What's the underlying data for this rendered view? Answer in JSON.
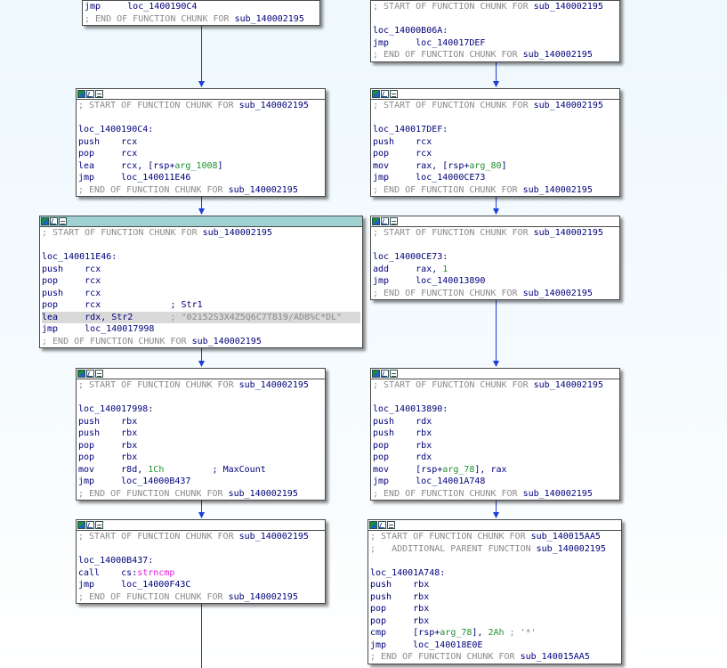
{
  "view": "IDA Pro graph view",
  "colors": {
    "background": "#eef8fd",
    "edge": "#1a3fd8",
    "selected_header": "#9fd0d2",
    "comment": "#8a8a8a",
    "code": "#00007b",
    "stack_var": "#1e8f2e",
    "import": "#e020e0"
  },
  "header_icons": [
    "color-icon",
    "graph-icon",
    "names-icon"
  ],
  "blocks": [
    {
      "id": "b1",
      "lines": [
        {
          "parts": [
            {
              "t": "jmp     loc_1400190C4",
              "c": "mn"
            }
          ]
        },
        {
          "parts": [
            {
              "t": "; END OF FUNCTION CHUNK FOR ",
              "c": "cmt"
            },
            {
              "t": "sub_140002195",
              "c": "fn"
            }
          ]
        }
      ]
    },
    {
      "id": "b2",
      "lines": [
        {
          "parts": [
            {
              "t": "; START OF FUNCTION CHUNK FOR ",
              "c": "cmt"
            },
            {
              "t": "sub_140002195",
              "c": "fn"
            }
          ]
        },
        {
          "parts": [
            {
              "t": "",
              "c": "mn"
            }
          ]
        },
        {
          "parts": [
            {
              "t": "loc_14000B06A:",
              "c": "lbl"
            }
          ]
        },
        {
          "parts": [
            {
              "t": "jmp     loc_140017DEF",
              "c": "mn"
            }
          ]
        },
        {
          "parts": [
            {
              "t": "; END OF FUNCTION CHUNK FOR ",
              "c": "cmt"
            },
            {
              "t": "sub_140002195",
              "c": "fn"
            }
          ]
        }
      ]
    },
    {
      "id": "b3",
      "lines": [
        {
          "parts": [
            {
              "t": "; START OF FUNCTION CHUNK FOR ",
              "c": "cmt"
            },
            {
              "t": "sub_140002195",
              "c": "fn"
            }
          ]
        },
        {
          "parts": [
            {
              "t": "",
              "c": "mn"
            }
          ]
        },
        {
          "parts": [
            {
              "t": "loc_1400190C4:",
              "c": "lbl"
            }
          ]
        },
        {
          "parts": [
            {
              "t": "push    rcx",
              "c": "mn"
            }
          ]
        },
        {
          "parts": [
            {
              "t": "pop     rcx",
              "c": "mn"
            }
          ]
        },
        {
          "parts": [
            {
              "t": "lea     rcx, [rsp+",
              "c": "mn"
            },
            {
              "t": "arg_1008",
              "c": "var"
            },
            {
              "t": "]",
              "c": "mn"
            }
          ]
        },
        {
          "parts": [
            {
              "t": "jmp     loc_140011E46",
              "c": "mn"
            }
          ]
        },
        {
          "parts": [
            {
              "t": "; END OF FUNCTION CHUNK FOR ",
              "c": "cmt"
            },
            {
              "t": "sub_140002195",
              "c": "fn"
            }
          ]
        }
      ]
    },
    {
      "id": "b4",
      "lines": [
        {
          "parts": [
            {
              "t": "; START OF FUNCTION CHUNK FOR ",
              "c": "cmt"
            },
            {
              "t": "sub_140002195",
              "c": "fn"
            }
          ]
        },
        {
          "parts": [
            {
              "t": "",
              "c": "mn"
            }
          ]
        },
        {
          "parts": [
            {
              "t": "loc_140017DEF:",
              "c": "lbl"
            }
          ]
        },
        {
          "parts": [
            {
              "t": "push    rcx",
              "c": "mn"
            }
          ]
        },
        {
          "parts": [
            {
              "t": "pop     rcx",
              "c": "mn"
            }
          ]
        },
        {
          "parts": [
            {
              "t": "mov     rax, [rsp+",
              "c": "mn"
            },
            {
              "t": "arg_80",
              "c": "var"
            },
            {
              "t": "]",
              "c": "mn"
            }
          ]
        },
        {
          "parts": [
            {
              "t": "jmp     loc_14000CE73",
              "c": "mn"
            }
          ]
        },
        {
          "parts": [
            {
              "t": "; END OF FUNCTION CHUNK FOR ",
              "c": "cmt"
            },
            {
              "t": "sub_140002195",
              "c": "fn"
            }
          ]
        }
      ]
    },
    {
      "id": "b5",
      "selected": true,
      "lines": [
        {
          "parts": [
            {
              "t": "; START OF FUNCTION CHUNK FOR ",
              "c": "cmt"
            },
            {
              "t": "sub_140002195",
              "c": "fn"
            }
          ]
        },
        {
          "parts": [
            {
              "t": "",
              "c": "mn"
            }
          ]
        },
        {
          "parts": [
            {
              "t": "loc_140011E46:",
              "c": "lbl"
            }
          ]
        },
        {
          "parts": [
            {
              "t": "push    rcx",
              "c": "mn"
            }
          ]
        },
        {
          "parts": [
            {
              "t": "pop     rcx",
              "c": "mn"
            }
          ]
        },
        {
          "parts": [
            {
              "t": "push    rcx",
              "c": "mn"
            }
          ]
        },
        {
          "parts": [
            {
              "t": "pop     rcx             ",
              "c": "mn"
            },
            {
              "t": "; Str1",
              "c": "fn"
            }
          ]
        },
        {
          "highlight": true,
          "parts": [
            {
              "t": "lea     rdx, Str2       ",
              "c": "mn"
            },
            {
              "t": "; \"02152S3X4Z5Q6C7T819/AD8%C*DL\"",
              "c": "cmt"
            }
          ]
        },
        {
          "parts": [
            {
              "t": "jmp     loc_140017998",
              "c": "mn"
            }
          ]
        },
        {
          "parts": [
            {
              "t": "; END OF FUNCTION CHUNK FOR ",
              "c": "cmt"
            },
            {
              "t": "sub_140002195",
              "c": "fn"
            }
          ]
        }
      ]
    },
    {
      "id": "b6",
      "lines": [
        {
          "parts": [
            {
              "t": "; START OF FUNCTION CHUNK FOR ",
              "c": "cmt"
            },
            {
              "t": "sub_140002195",
              "c": "fn"
            }
          ]
        },
        {
          "parts": [
            {
              "t": "",
              "c": "mn"
            }
          ]
        },
        {
          "parts": [
            {
              "t": "loc_14000CE73:",
              "c": "lbl"
            }
          ]
        },
        {
          "parts": [
            {
              "t": "add     rax, ",
              "c": "mn"
            },
            {
              "t": "1",
              "c": "var"
            }
          ]
        },
        {
          "parts": [
            {
              "t": "jmp     loc_140013890",
              "c": "mn"
            }
          ]
        },
        {
          "parts": [
            {
              "t": "; END OF FUNCTION CHUNK FOR ",
              "c": "cmt"
            },
            {
              "t": "sub_140002195",
              "c": "fn"
            }
          ]
        }
      ]
    },
    {
      "id": "b7",
      "lines": [
        {
          "parts": [
            {
              "t": "; START OF FUNCTION CHUNK FOR ",
              "c": "cmt"
            },
            {
              "t": "sub_140002195",
              "c": "fn"
            }
          ]
        },
        {
          "parts": [
            {
              "t": "",
              "c": "mn"
            }
          ]
        },
        {
          "parts": [
            {
              "t": "loc_140017998:",
              "c": "lbl"
            }
          ]
        },
        {
          "parts": [
            {
              "t": "push    rbx",
              "c": "mn"
            }
          ]
        },
        {
          "parts": [
            {
              "t": "push    rbx",
              "c": "mn"
            }
          ]
        },
        {
          "parts": [
            {
              "t": "pop     rbx",
              "c": "mn"
            }
          ]
        },
        {
          "parts": [
            {
              "t": "pop     rbx",
              "c": "mn"
            }
          ]
        },
        {
          "parts": [
            {
              "t": "mov     r8d, ",
              "c": "mn"
            },
            {
              "t": "1Ch",
              "c": "var"
            },
            {
              "t": "         ",
              "c": "mn"
            },
            {
              "t": "; MaxCount",
              "c": "fn"
            }
          ]
        },
        {
          "parts": [
            {
              "t": "jmp     loc_14000B437",
              "c": "mn"
            }
          ]
        },
        {
          "parts": [
            {
              "t": "; END OF FUNCTION CHUNK FOR ",
              "c": "cmt"
            },
            {
              "t": "sub_140002195",
              "c": "fn"
            }
          ]
        }
      ]
    },
    {
      "id": "b8",
      "lines": [
        {
          "parts": [
            {
              "t": "; START OF FUNCTION CHUNK FOR ",
              "c": "cmt"
            },
            {
              "t": "sub_140002195",
              "c": "fn"
            }
          ]
        },
        {
          "parts": [
            {
              "t": "",
              "c": "mn"
            }
          ]
        },
        {
          "parts": [
            {
              "t": "loc_140013890:",
              "c": "lbl"
            }
          ]
        },
        {
          "parts": [
            {
              "t": "push    rdx",
              "c": "mn"
            }
          ]
        },
        {
          "parts": [
            {
              "t": "push    rbx",
              "c": "mn"
            }
          ]
        },
        {
          "parts": [
            {
              "t": "pop     rbx",
              "c": "mn"
            }
          ]
        },
        {
          "parts": [
            {
              "t": "pop     rdx",
              "c": "mn"
            }
          ]
        },
        {
          "parts": [
            {
              "t": "mov     [rsp+",
              "c": "mn"
            },
            {
              "t": "arg_78",
              "c": "var"
            },
            {
              "t": "], rax",
              "c": "mn"
            }
          ]
        },
        {
          "parts": [
            {
              "t": "jmp     loc_14001A748",
              "c": "mn"
            }
          ]
        },
        {
          "parts": [
            {
              "t": "; END OF FUNCTION CHUNK FOR ",
              "c": "cmt"
            },
            {
              "t": "sub_140002195",
              "c": "fn"
            }
          ]
        }
      ]
    },
    {
      "id": "b9",
      "lines": [
        {
          "parts": [
            {
              "t": "; START OF FUNCTION CHUNK FOR ",
              "c": "cmt"
            },
            {
              "t": "sub_140002195",
              "c": "fn"
            }
          ]
        },
        {
          "parts": [
            {
              "t": "",
              "c": "mn"
            }
          ]
        },
        {
          "parts": [
            {
              "t": "loc_14000B437:",
              "c": "lbl"
            }
          ]
        },
        {
          "parts": [
            {
              "t": "call    cs:",
              "c": "mn"
            },
            {
              "t": "strncmp",
              "c": "imp"
            }
          ]
        },
        {
          "parts": [
            {
              "t": "jmp     loc_14000F43C",
              "c": "mn"
            }
          ]
        },
        {
          "parts": [
            {
              "t": "; END OF FUNCTION CHUNK FOR ",
              "c": "cmt"
            },
            {
              "t": "sub_140002195",
              "c": "fn"
            }
          ]
        }
      ]
    },
    {
      "id": "b10",
      "lines": [
        {
          "parts": [
            {
              "t": "; START OF FUNCTION CHUNK FOR ",
              "c": "cmt"
            },
            {
              "t": "sub_140015AA5",
              "c": "fn"
            }
          ]
        },
        {
          "parts": [
            {
              "t": ";   ADDITIONAL PARENT FUNCTION ",
              "c": "cmt"
            },
            {
              "t": "sub_140002195",
              "c": "fn"
            }
          ]
        },
        {
          "parts": [
            {
              "t": "",
              "c": "mn"
            }
          ]
        },
        {
          "parts": [
            {
              "t": "loc_14001A748:",
              "c": "lbl"
            }
          ]
        },
        {
          "parts": [
            {
              "t": "push    rbx",
              "c": "mn"
            }
          ]
        },
        {
          "parts": [
            {
              "t": "push    rbx",
              "c": "mn"
            }
          ]
        },
        {
          "parts": [
            {
              "t": "pop     rbx",
              "c": "mn"
            }
          ]
        },
        {
          "parts": [
            {
              "t": "pop     rbx",
              "c": "mn"
            }
          ]
        },
        {
          "parts": [
            {
              "t": "cmp     [rsp+",
              "c": "mn"
            },
            {
              "t": "arg_78",
              "c": "var"
            },
            {
              "t": "], ",
              "c": "mn"
            },
            {
              "t": "2Ah",
              "c": "var"
            },
            {
              "t": " ; '*'",
              "c": "cmt"
            }
          ]
        },
        {
          "parts": [
            {
              "t": "jmp     loc_140018E0E",
              "c": "mn"
            }
          ]
        },
        {
          "parts": [
            {
              "t": "; END OF FUNCTION CHUNK FOR ",
              "c": "cmt"
            },
            {
              "t": "sub_140015AA5",
              "c": "fn"
            }
          ]
        }
      ]
    }
  ]
}
